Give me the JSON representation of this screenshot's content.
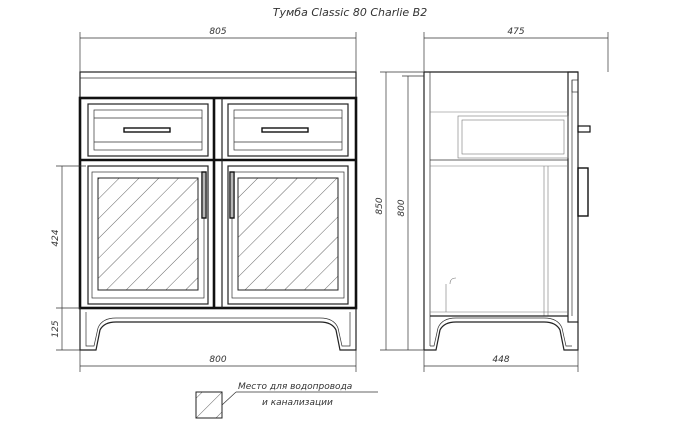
{
  "title": "Тумба Classic 80 Charlie B2",
  "dimensions": {
    "top_width": "805",
    "bottom_width": "800",
    "height_total": "850",
    "height_body": "800",
    "door_height": "424",
    "leg_height": "125",
    "side_depth_top": "475",
    "side_depth_bottom": "448"
  },
  "legend": {
    "line1": "Место для водопровода",
    "line2": "и канализации"
  },
  "colors": {
    "line": "#222222",
    "hatch": "#555555",
    "background": "#ffffff"
  }
}
